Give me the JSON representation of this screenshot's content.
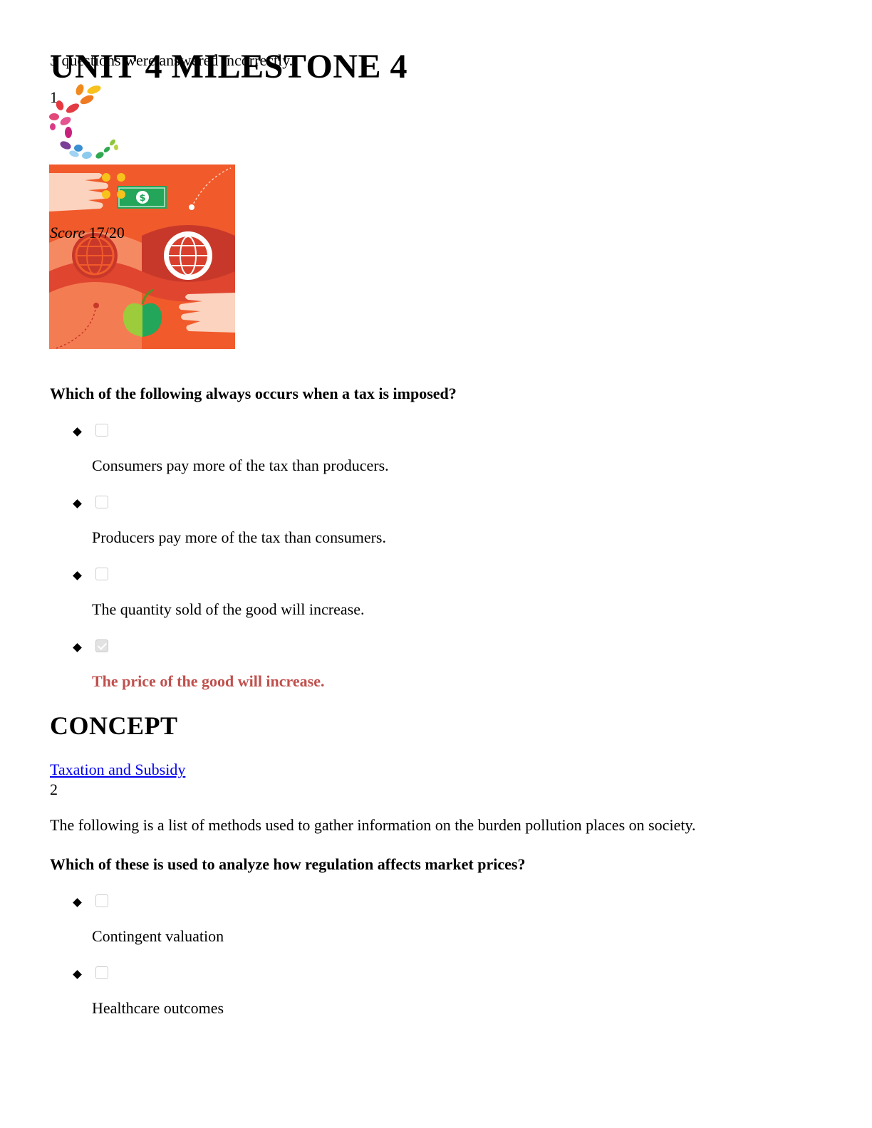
{
  "header": {
    "note": "3 questions were answered incorrectly.",
    "title": "UNIT 4 MILESTONE 4"
  },
  "question1": {
    "number": "1",
    "score_label": "Score",
    "score_value": "17/20",
    "prompt": "Which of the following always occurs when a tax is imposed?",
    "options": [
      {
        "text": "Consumers pay more of the tax than producers.",
        "checked": false
      },
      {
        "text": "Producers pay more of the tax than consumers.",
        "checked": false
      },
      {
        "text": "The quantity sold of the good will increase.",
        "checked": false
      },
      {
        "text": "The price of the good will increase.",
        "checked": true
      }
    ],
    "concept_heading": "CONCEPT",
    "concept_link": "Taxation and Subsidy"
  },
  "question2": {
    "number": "2",
    "intro": "The following is a list of methods used to gather information on the burden pollution places on society.",
    "prompt": "Which of these is used to analyze how regulation affects market prices?",
    "options": [
      {
        "text": "Contingent valuation",
        "checked": false
      },
      {
        "text": "Healthcare outcomes",
        "checked": false
      }
    ]
  },
  "colors": {
    "correct_answer": "#c0504d",
    "link": "#0000ee",
    "banner_orange": "#f15a2b",
    "banner_dark": "#c8382a"
  },
  "icons": [
    "leaves-logo-icon",
    "money-exchange-illustration"
  ]
}
